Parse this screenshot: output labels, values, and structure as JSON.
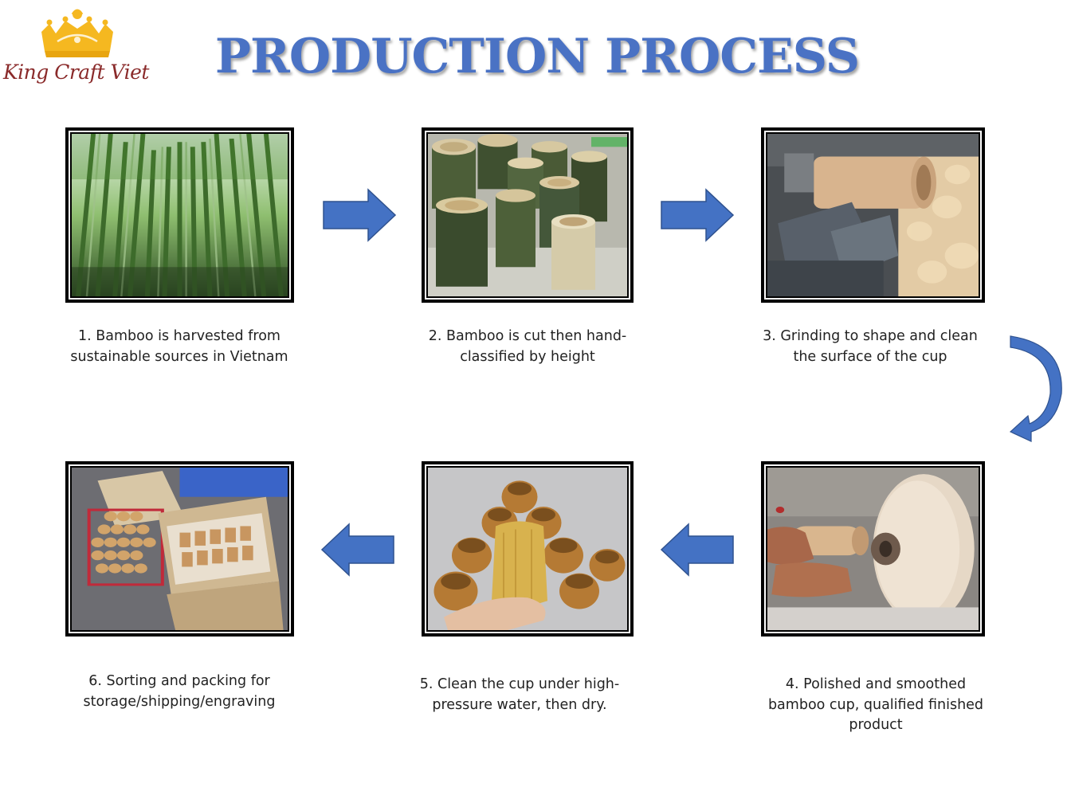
{
  "logo": {
    "text": "King Craft Viet"
  },
  "title": "PRODUCTION PROCESS",
  "colors": {
    "title": "#4a72c4",
    "arrow": "#4472c4",
    "crown": "#f5b820",
    "logo_text": "#8a2a2a"
  },
  "steps": [
    {
      "caption": "1. Bamboo is harvested  from sustainable sources in Vietnam"
    },
    {
      "caption": "2. Bamboo is cut then hand-classified by height"
    },
    {
      "caption": "3. Grinding to shape and clean the surface of the cup"
    },
    {
      "caption": "4. Polished and smoothed bamboo cup, qualified finished product"
    },
    {
      "caption": "5. Clean the cup under high-pressure  water, then dry."
    },
    {
      "caption": "6. Sorting and packing for storage/shipping/engraving"
    }
  ]
}
